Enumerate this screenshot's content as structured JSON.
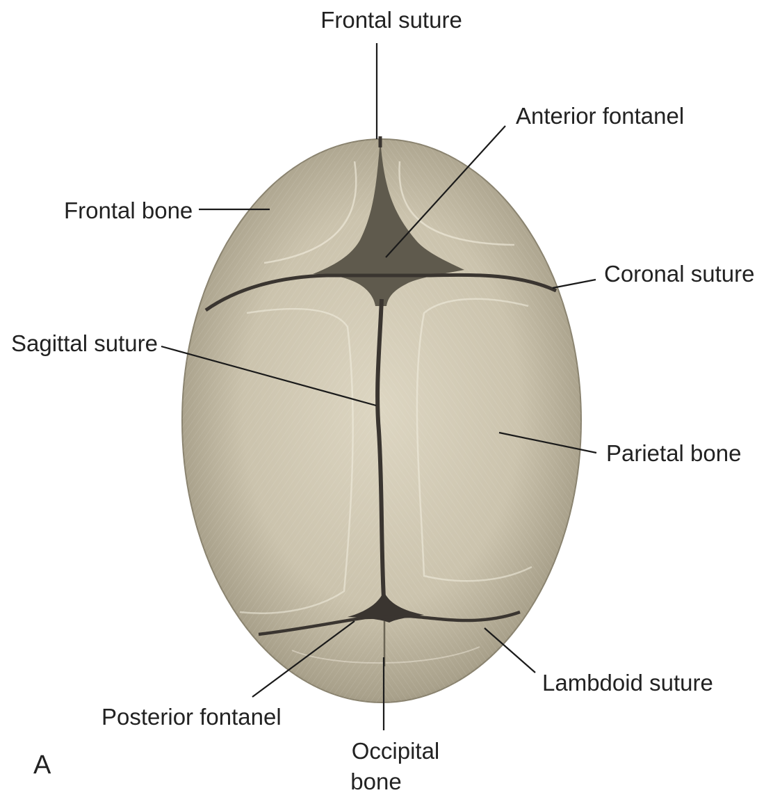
{
  "panel_letter": "A",
  "labels": {
    "frontal_suture": "Frontal suture",
    "anterior_fontanel": "Anterior fontanel",
    "frontal_bone": "Frontal bone",
    "coronal_suture": "Coronal suture",
    "sagittal_suture": "Sagittal suture",
    "parietal_bone": "Parietal bone",
    "lambdoid_suture": "Lambdoid suture",
    "posterior_fontanel": "Posterior fontanel",
    "occipital_bone_line1": "Occipital",
    "occipital_bone_line2": "bone"
  },
  "colors": {
    "bone": "#cfc7b2",
    "bone_shadow": "#7f7865",
    "suture": "#3a3530",
    "fontanel": "#5f5a4d",
    "text": "#222222"
  }
}
